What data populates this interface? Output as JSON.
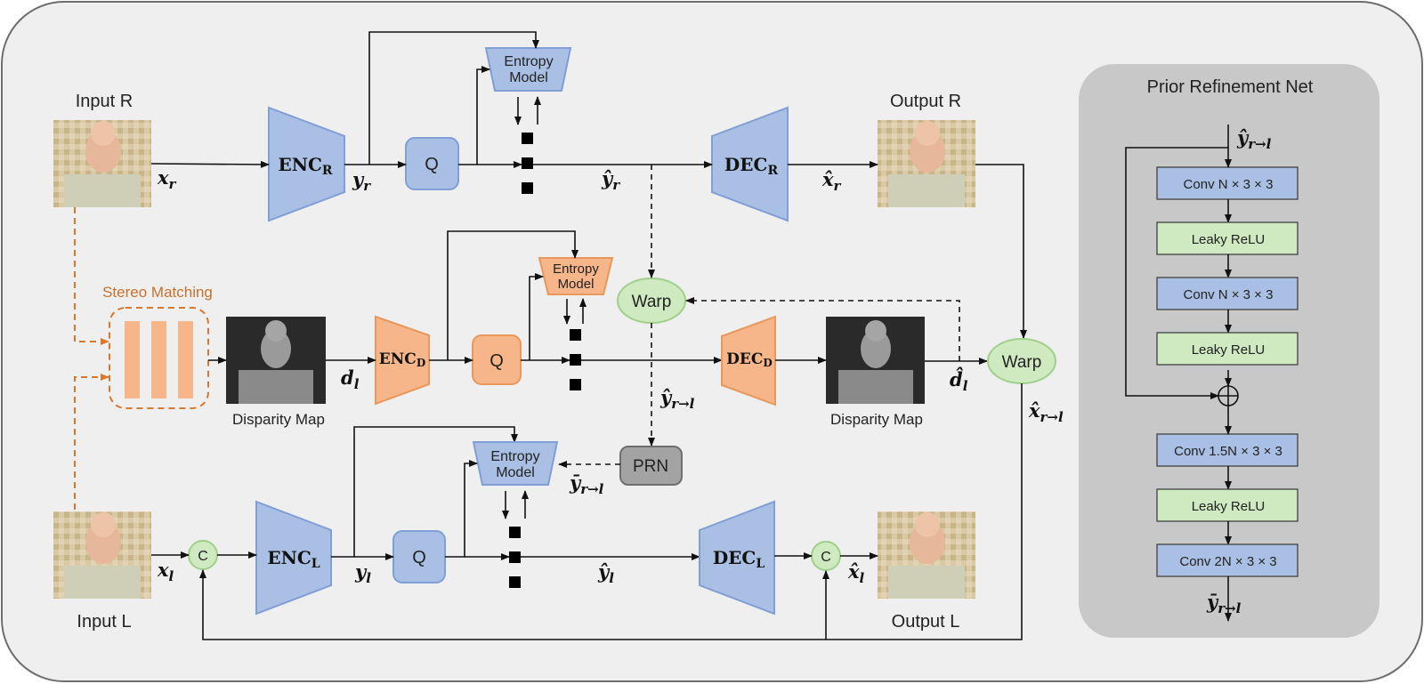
{
  "colors": {
    "background": "#efefef",
    "panel": "#c8c8c8",
    "blue": "#a9bfe3",
    "blue_stroke": "#7f9fd6",
    "orange": "#f6b68a",
    "orange_stroke": "#e8985c",
    "green": "#cfe9c0",
    "green_stroke": "#9fd08a",
    "gray_box": "#a3a3a3",
    "dashed_orange": "#d9772e"
  },
  "labels": {
    "input_r": "Input R",
    "input_l": "Input L",
    "output_r": "Output R",
    "output_l": "Output L",
    "stereo_matching": "Stereo Matching",
    "disparity_map_left": "Disparity Map",
    "disparity_map_right": "Disparity Map",
    "prior_refinement_title": "Prior Refinement Net"
  },
  "boxes": {
    "enc_r": {
      "main": "ENC",
      "sub": "R"
    },
    "dec_r": {
      "main": "DEC",
      "sub": "R"
    },
    "enc_d": {
      "main": "ENC",
      "sub": "D"
    },
    "dec_d": {
      "main": "DEC",
      "sub": "D"
    },
    "enc_l": {
      "main": "ENC",
      "sub": "L"
    },
    "dec_l": {
      "main": "DEC",
      "sub": "L"
    },
    "q": "Q",
    "entropy_line1": "Entropy",
    "entropy_line2": "Model",
    "warp": "Warp",
    "prn": "PRN",
    "concat": "C"
  },
  "variables": {
    "x_r": {
      "base": "x",
      "sub": "r"
    },
    "y_r": {
      "base": "y",
      "sub": "r"
    },
    "yhat_r": {
      "base": "ŷ",
      "sub": "r"
    },
    "xhat_r": {
      "base": "x̂",
      "sub": "r"
    },
    "d_l": {
      "base": "d",
      "sub": "l"
    },
    "dhat_l": {
      "base": "d̂",
      "sub": "l"
    },
    "yhat_r_to_l": {
      "base": "ŷ",
      "sub": "r→l"
    },
    "ybar_r_to_l": {
      "base": "ȳ",
      "sub": "r→l"
    },
    "xhat_r_to_l": {
      "base": "x̂",
      "sub": "r→l"
    },
    "x_l": {
      "base": "x",
      "sub": "l"
    },
    "y_l": {
      "base": "y",
      "sub": "l"
    },
    "yhat_l": {
      "base": "ŷ",
      "sub": "l"
    },
    "xhat_l": {
      "base": "x̂",
      "sub": "l"
    }
  },
  "prn_net": {
    "input": {
      "base": "ŷ",
      "sub": "r→l"
    },
    "layers": [
      {
        "label": "Conv N × 3 × 3",
        "kind": "conv"
      },
      {
        "label": "Leaky ReLU",
        "kind": "relu"
      },
      {
        "label": "Conv N × 3 × 3",
        "kind": "conv"
      },
      {
        "label": "Leaky ReLU",
        "kind": "relu"
      },
      {
        "label": "Conv 1.5N × 3 × 3",
        "kind": "conv"
      },
      {
        "label": "Leaky ReLU",
        "kind": "relu"
      },
      {
        "label": "Conv 2N × 3 × 3",
        "kind": "conv"
      }
    ],
    "sum_symbol": "⊕",
    "output": {
      "base": "ȳ",
      "sub": "r→l"
    }
  }
}
